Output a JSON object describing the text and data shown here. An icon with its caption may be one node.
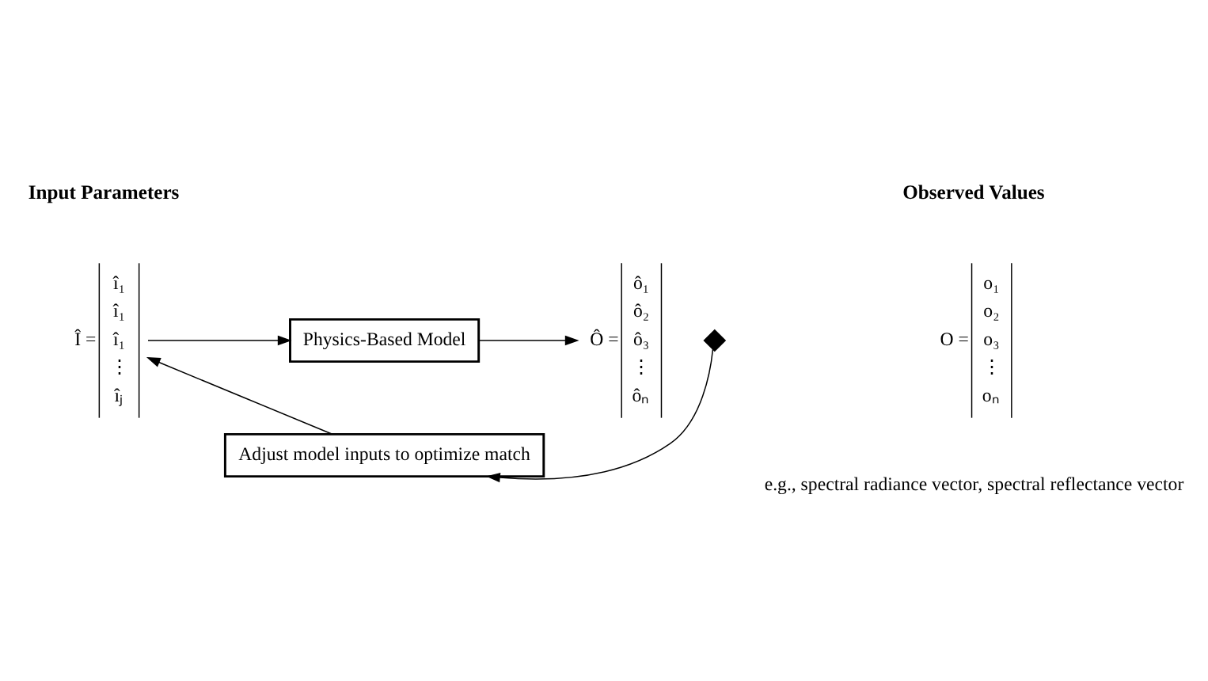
{
  "diagram": {
    "nodes": [
      {
        "text": [
          "Î =",
          "î₁",
          "î₁",
          "î₁",
          "⋮",
          "îⱼ"
        ]
      },
      {
        "text": [
          "Physics-Based Model"
        ]
      },
      {
        "text": [
          "Ô =",
          "ô₁",
          "ô₂",
          "ô₃",
          "⋮",
          "ôₙ"
        ]
      },
      {
        "text": [],
        "shape": "diamond"
      },
      {
        "text": [
          "O =",
          "o₁",
          "o₂",
          "o₃",
          "⋮",
          "oₙ"
        ],
        "beside": [
          "e.g., spectral radiance vector, spectral reflectance vector"
        ]
      },
      {
        "text": [
          "Adjust model inputs to optimize match"
        ]
      }
    ],
    "edges": [
      {
        "from": 0,
        "to": 1,
        "arrow": "to"
      },
      {
        "from": 1,
        "to": 2,
        "arrow": "to"
      },
      {
        "from": 3,
        "to": 5,
        "arrow": "to"
      },
      {
        "from": 5,
        "to": 0,
        "arrow": "to"
      }
    ],
    "labels": [
      "Input Parameters",
      "Observed Values"
    ]
  }
}
